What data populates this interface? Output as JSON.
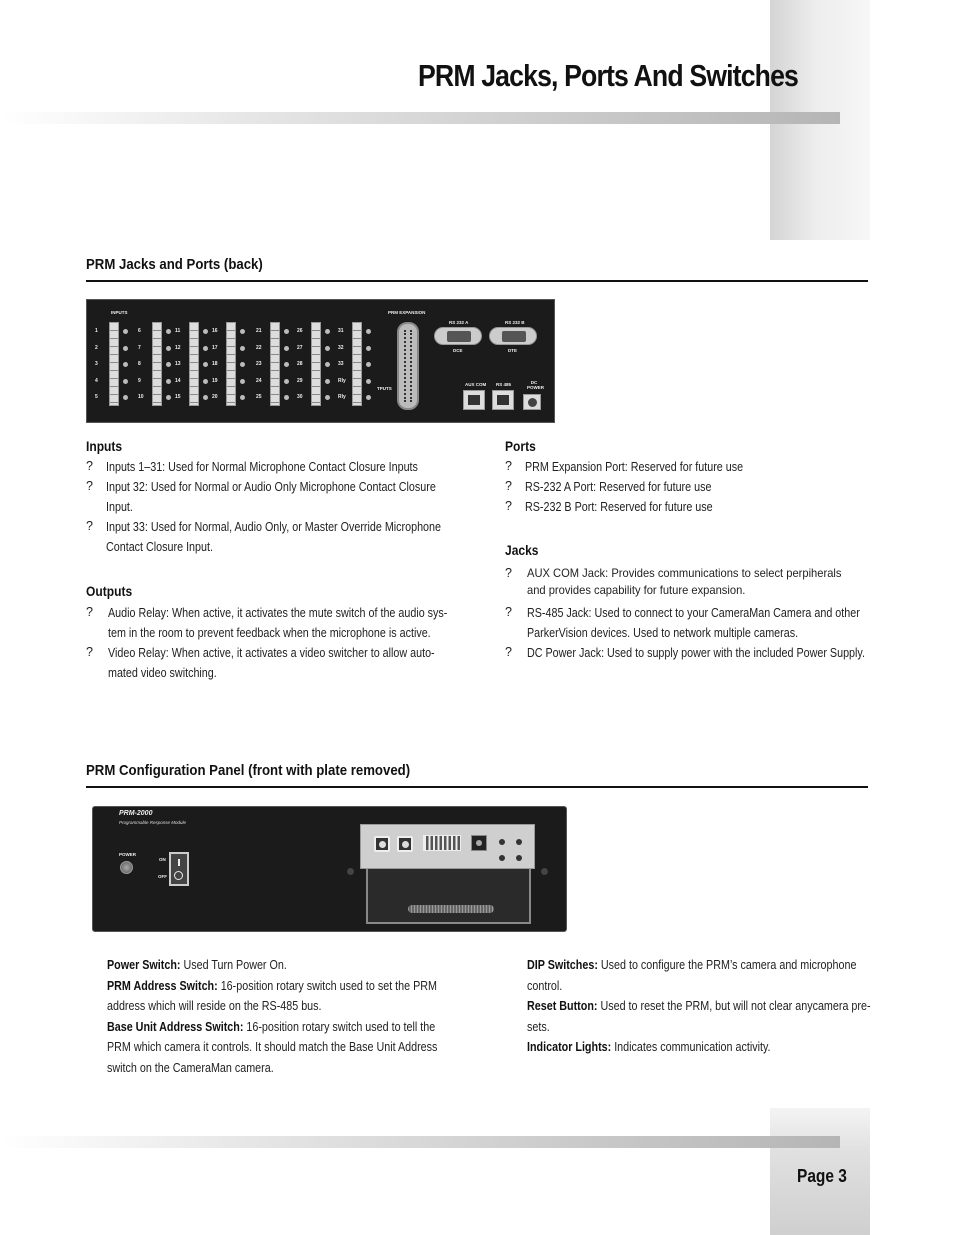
{
  "header": {
    "title": "PRM Jacks, Ports And Switches"
  },
  "back_section": {
    "title": "PRM Jacks and Ports (back)",
    "panel_labels": {
      "inputs": "INPUTS",
      "prm_expansion": "PRM EXPANSION",
      "rs232a": "RS 232 A",
      "rs232b": "RS 232 B",
      "dce": "DCE",
      "dte": "DTE",
      "aux_com": "AUX COM",
      "rs485": "RS 485",
      "dc_power": "DC POWER",
      "tputs": "TPUTS",
      "input_numbers": [
        "1",
        "2",
        "3",
        "4",
        "5",
        "6",
        "7",
        "8",
        "9",
        "10",
        "11",
        "12",
        "13",
        "14",
        "15",
        "16",
        "17",
        "18",
        "19",
        "20",
        "21",
        "22",
        "23",
        "24",
        "25",
        "26",
        "27",
        "28",
        "29",
        "30",
        "31",
        "32",
        "33",
        "Rly",
        "Rly"
      ]
    }
  },
  "inputs": {
    "heading": "Inputs",
    "items": [
      {
        "bullet": "?",
        "lines": [
          "Inputs 1–31: Used for Normal Microphone Contact Closure Inputs"
        ]
      },
      {
        "bullet": "?",
        "lines": [
          "Input 32:  Used for Normal or Audio Only Microphone Contact Closure",
          "Input."
        ]
      },
      {
        "bullet": "?",
        "lines": [
          "Input 33:  Used for Normal, Audio Only, or Master Override Microphone",
          "Contact Closure Input."
        ]
      }
    ]
  },
  "outputs": {
    "heading": "Outputs",
    "items": [
      {
        "bullet": "?",
        "lines": [
          "Audio Relay:  When active, it activates the mute switch of the audio sys-",
          "tem in the room to prevent feedback when the microphone is active."
        ]
      },
      {
        "bullet": "?",
        "lines": [
          "Video Relay:  When active, it activates a video switcher to allow auto-",
          "mated video switching."
        ]
      }
    ]
  },
  "ports": {
    "heading": "Ports",
    "items": [
      {
        "bullet": "?",
        "lines": [
          "PRM Expansion Port: Reserved for future use"
        ]
      },
      {
        "bullet": "?",
        "lines": [
          "RS-232 A Port: Reserved for future use"
        ]
      },
      {
        "bullet": "?",
        "lines": [
          "RS-232 B Port: Reserved for future use"
        ]
      }
    ]
  },
  "jacks": {
    "heading": "Jacks",
    "items": [
      {
        "bullet": "?",
        "lines": [
          "AUX COM Jack: Provides communications to select perpiherals",
          "and provides capability for future expansion."
        ]
      },
      {
        "bullet": "?",
        "lines": [
          "RS-485 Jack:  Used to connect to your CameraMan Camera and other",
          "ParkerVision devices.  Used to network multiple cameras."
        ]
      },
      {
        "bullet": "?",
        "lines": [
          "DC Power Jack: Used to supply power with the included Power Supply."
        ]
      }
    ]
  },
  "front_section": {
    "title": "PRM Configuration Panel (front with plate removed)",
    "panel_labels": {
      "model": "PRM-2000",
      "subtitle": "Programmable Response Module",
      "power": "POWER",
      "on": "ON",
      "off": "OFF"
    }
  },
  "config_left": [
    {
      "term": "Power Switch:",
      "text": " Used Turn Power On."
    },
    {
      "term": "PRM Address Switch:",
      "text": "  16-position rotary switch used to set the PRM",
      "cont": "address which will reside on the RS-485 bus."
    },
    {
      "term": "Base Unit Address Switch:",
      "text": "  16-position rotary switch used to tell the",
      "cont": "PRM which camera it controls. It should match the Base Unit Address",
      "cont2": "switch on the CameraMan camera."
    }
  ],
  "config_right": [
    {
      "term": "DIP Switches:",
      "text": "  Used to configure the PRM’s camera and microphone",
      "cont": "control."
    },
    {
      "term": "Reset Button:",
      "text": "  Used to reset the PRM, but will not clear anycamera pre-",
      "cont": "sets."
    },
    {
      "term": "Indicator Lights:",
      "text": " Indicates communication activity."
    }
  ],
  "footer": {
    "page": "Page 3"
  }
}
